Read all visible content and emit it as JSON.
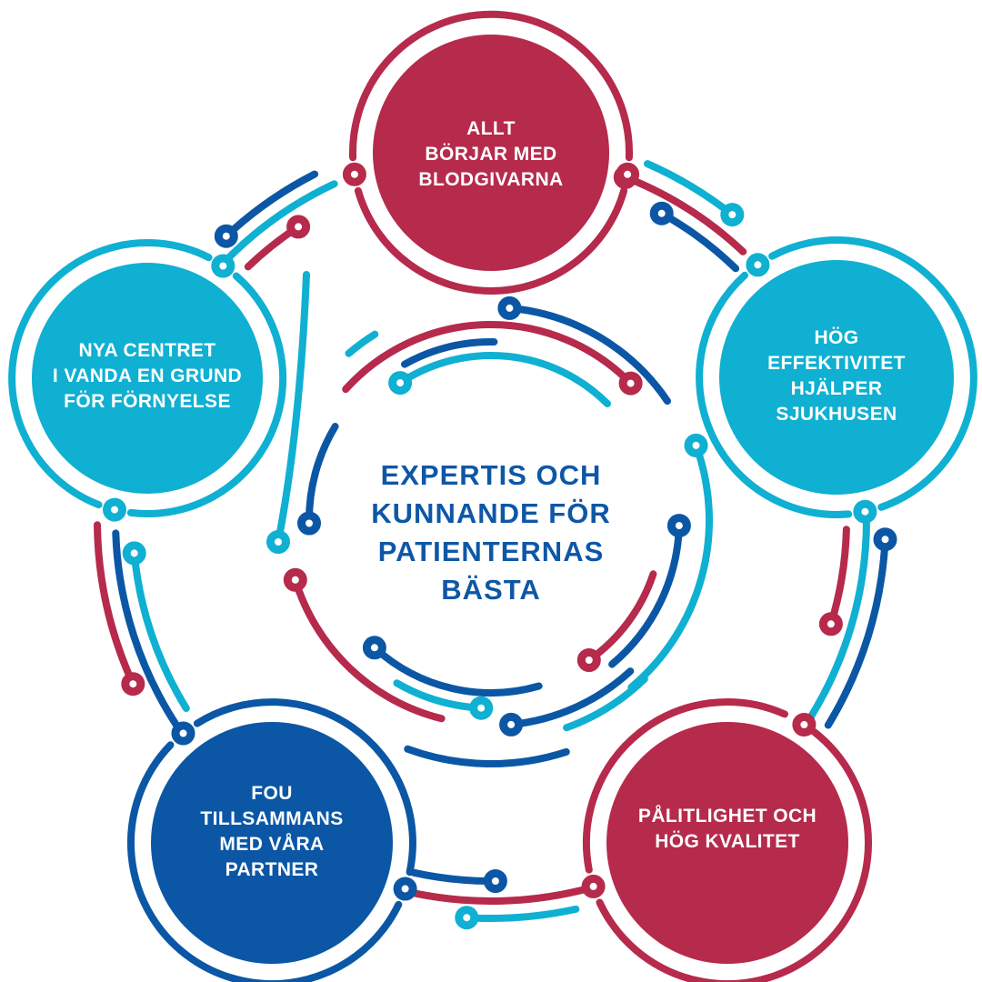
{
  "colors": {
    "crimson": "#b62a4c",
    "cyan": "#0fb0d2",
    "blue": "#0b57a5",
    "center_text": "#0e57a7",
    "label_text": "#ffffff",
    "background": "#ffffff"
  },
  "center_message": {
    "lines": [
      "EXPERTIS OCH",
      "KUNNANDE FÖR",
      "PATIENTERNAS",
      "BÄSTA"
    ]
  },
  "bubbles": [
    {
      "id": "blood-donors",
      "color": "crimson",
      "position": "top",
      "lines": [
        "ALLT",
        "BÖRJAR MED",
        "BLODGIVARNA"
      ]
    },
    {
      "id": "efficiency",
      "color": "cyan",
      "position": "upper-right",
      "lines": [
        "HÖG",
        "EFFEKTIVITET",
        "HJÄLPER",
        "SJUKHUSEN"
      ]
    },
    {
      "id": "reliability",
      "color": "crimson",
      "position": "lower-right",
      "lines": [
        "PÅLITLIGHET OCH",
        "HÖG KVALITET"
      ]
    },
    {
      "id": "rd-partners",
      "color": "blue",
      "position": "lower-left",
      "lines": [
        "FOU",
        "TILLSAMMANS",
        "MED VÅRA",
        "PARTNER"
      ]
    },
    {
      "id": "vanda-centre",
      "color": "cyan",
      "position": "upper-left",
      "lines": [
        "NYA CENTRET",
        "I VANDA EN GRUND",
        "FÖR FÖRNYELSE"
      ]
    }
  ]
}
